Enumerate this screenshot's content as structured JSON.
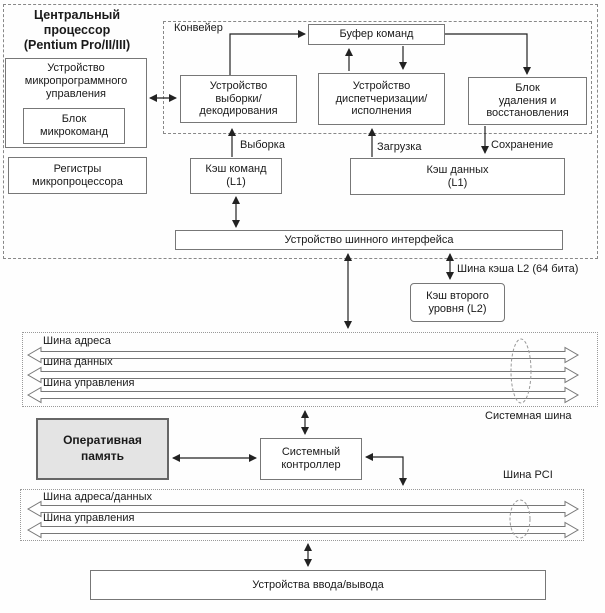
{
  "cpu": {
    "title": "Центральный\nпроцессор\n(Pentium Pro/II/III)",
    "microprogram_unit": "Устройство\nмикропрограммного\nуправления",
    "microcommand_block": "Блок\nмикрокоманд",
    "registers": "Регистры\nмикропроцессора"
  },
  "pipeline": {
    "label": "Конвейер",
    "command_buffer": "Буфер команд",
    "fetch_decode_unit": "Устройство\nвыборки/\nдекодирования",
    "dispatch_execute_unit": "Устройство\nдиспетчеризации/\nисполнения",
    "retire_restore_unit": "Блок\nудаления и\nвосстановления"
  },
  "flow_labels": {
    "fetch": "Выборка",
    "load": "Загрузка",
    "store": "Сохранение",
    "l2_bus": "Шина кэша L2 (64 бита)"
  },
  "caches": {
    "instruction_cache": "Кэш команд\n(L1)",
    "data_cache": "Кэш данных\n(L1)",
    "bus_interface": "Устройство шинного интерфейса",
    "l2_cache": "Кэш второго\nуровня (L2)"
  },
  "system_bus": {
    "label": "Системная шина",
    "lines": [
      "Шина адреса",
      "Шина данных",
      "Шина управления"
    ]
  },
  "pci_bus": {
    "label": "Шина PCI",
    "lines": [
      "Шина адреса/данных",
      "Шина управления"
    ]
  },
  "bottom": {
    "memory": "Оперативная\nпамять",
    "controller": "Системный\nконтроллер",
    "io_devices": "Устройства ввода/вывода"
  },
  "colors": {
    "line": "#222222",
    "box_border": "#777777",
    "memory_fill": "#e4e4e4"
  }
}
